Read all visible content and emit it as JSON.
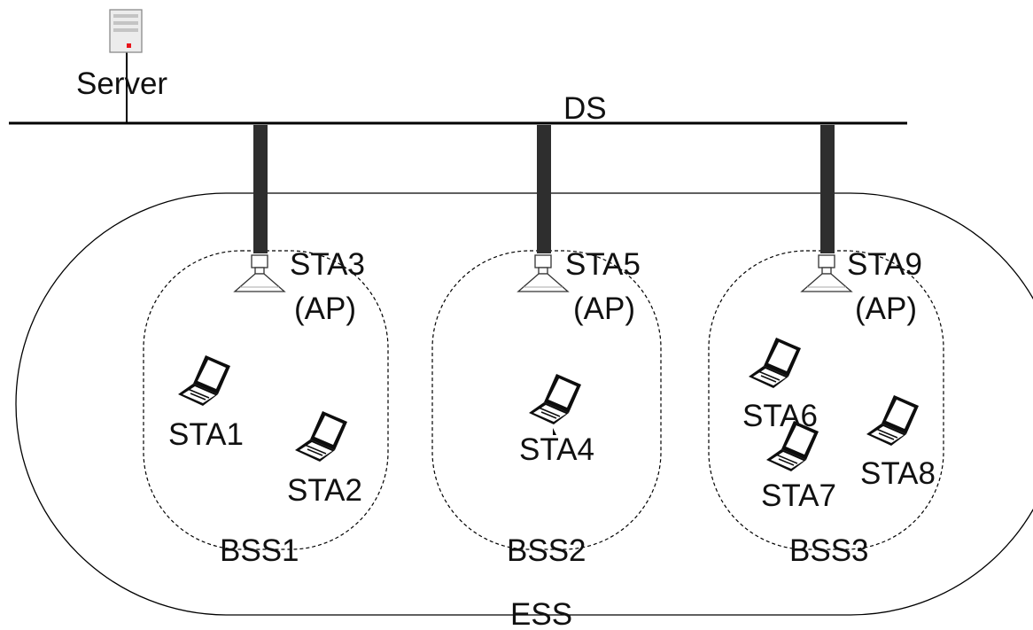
{
  "labels": {
    "server": "Server",
    "ds": "DS",
    "ess": "ESS",
    "bss1": "BSS1",
    "bss2": "BSS2",
    "bss3": "BSS3",
    "ap_role": "(AP)"
  },
  "access_points": [
    {
      "name": "STA3",
      "role": "(AP)"
    },
    {
      "name": "STA5",
      "role": "(AP)"
    },
    {
      "name": "STA9",
      "role": "(AP)"
    }
  ],
  "stations": [
    {
      "name": "STA1"
    },
    {
      "name": "STA2"
    },
    {
      "name": "STA4"
    },
    {
      "name": "STA6"
    },
    {
      "name": "STA7"
    },
    {
      "name": "STA8"
    }
  ],
  "icons": {
    "server": "server-icon",
    "access_point": "access-point-icon",
    "laptop": "laptop-icon"
  },
  "colors": {
    "line": "#000000",
    "uplink": "#2e2e2e",
    "server_led": "#e8141b"
  }
}
